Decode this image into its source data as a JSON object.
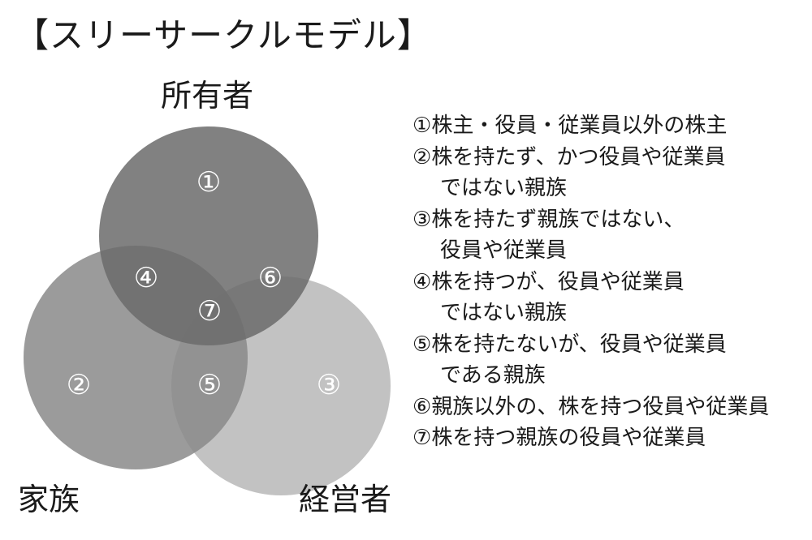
{
  "title": "【スリーサークルモデル】",
  "sets": {
    "owner": "所有者",
    "family": "家族",
    "manager": "経営者"
  },
  "colors": {
    "owner_circle": "#6b6b6b",
    "family_circle": "#8a8a8a",
    "manager_circle": "#c2c2c2",
    "number_text": "#ffffff"
  },
  "regions": [
    {
      "id": "1",
      "marker": "①",
      "line1": "株主・役員・従業員以外の株主",
      "line2": ""
    },
    {
      "id": "2",
      "marker": "②",
      "line1": "株を持たず、かつ役員や従業員",
      "line2": "ではない親族"
    },
    {
      "id": "3",
      "marker": "③",
      "line1": "株を持たず親族ではない、",
      "line2": "役員や従業員"
    },
    {
      "id": "4",
      "marker": "④",
      "line1": "株を持つが、役員や従業員",
      "line2": "ではない親族"
    },
    {
      "id": "5",
      "marker": "⑤",
      "line1": "株を持たないが、役員や従業員",
      "line2": "である親族"
    },
    {
      "id": "6",
      "marker": "⑥",
      "line1": "親族以外の、株を持つ役員や従業員",
      "line2": ""
    },
    {
      "id": "7",
      "marker": "⑦",
      "line1": "株を持つ親族の役員や従業員",
      "line2": ""
    }
  ]
}
